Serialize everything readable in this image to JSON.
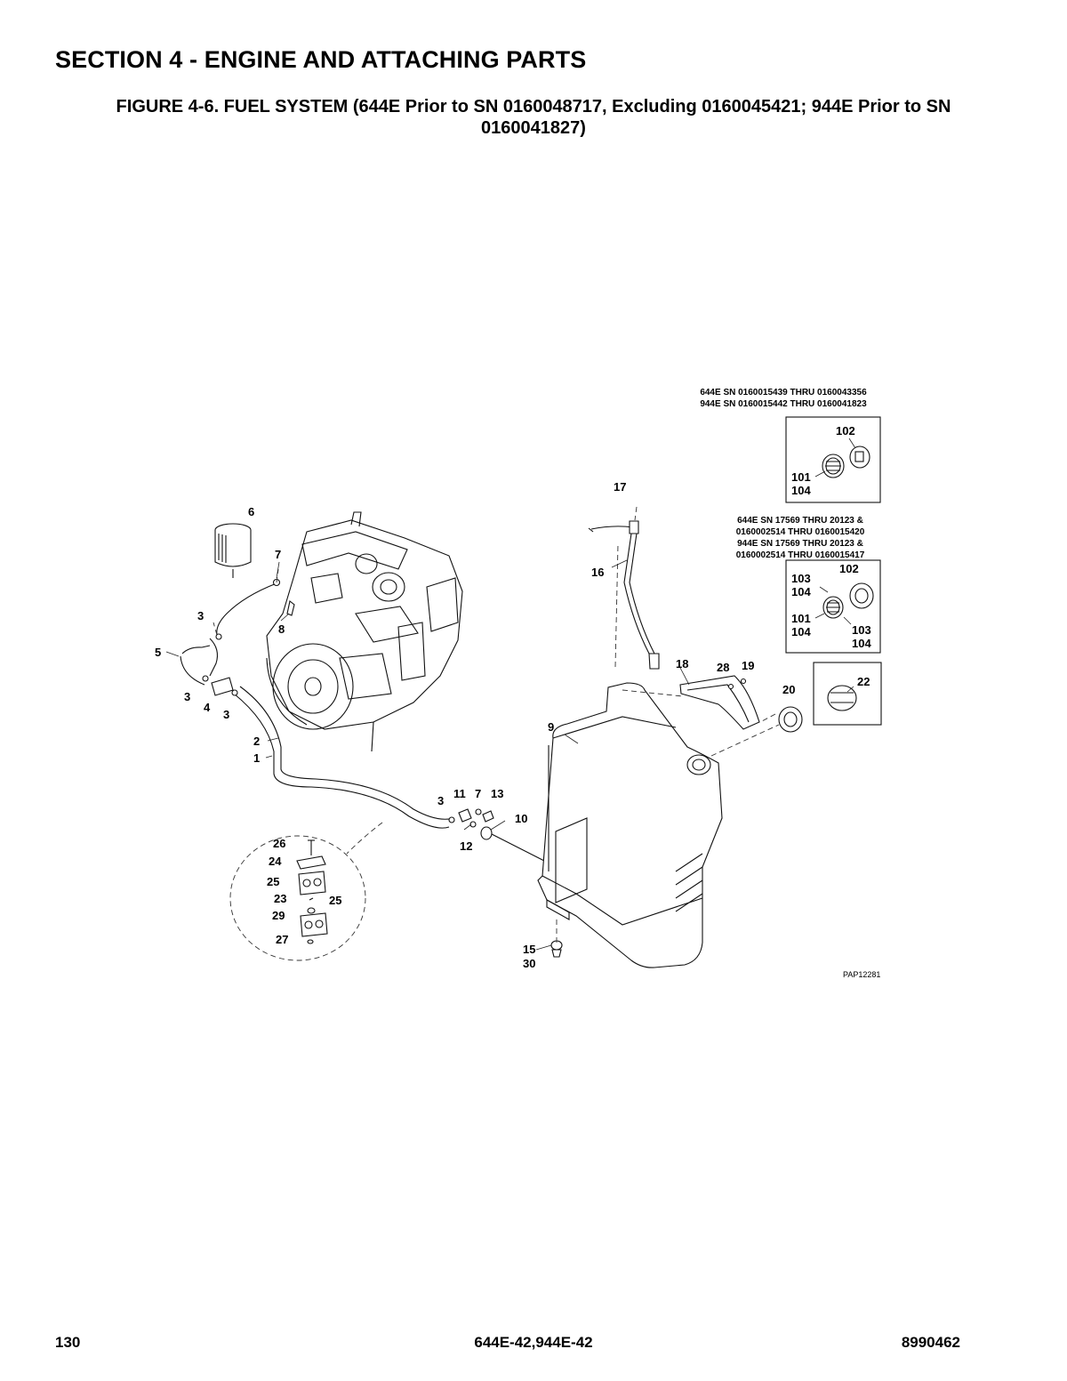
{
  "header": {
    "section_title": "SECTION 4 - ENGINE AND ATTACHING PARTS",
    "figure_title_line1": "FIGURE 4-6. FUEL SYSTEM (644E Prior to SN 0160048717, Excluding 0160045421; 944E Prior to SN",
    "figure_title_line2": "0160041827)"
  },
  "diagram": {
    "image_code": "PAP12281",
    "notes": {
      "note1_line1": "644E SN 0160015439 THRU 0160043356",
      "note1_line2": "944E SN 0160015442 THRU 0160041823",
      "note2_line1": "644E SN 17569 THRU 20123 &",
      "note2_line2": "0160002514 THRU 0160015420",
      "note2_line3": "944E SN 17569 THRU 20123 &",
      "note2_line4": "0160002514 THRU 0160015417"
    },
    "callouts": {
      "c1": "1",
      "c2": "2",
      "c3a": "3",
      "c3b": "3",
      "c3c": "3",
      "c3d": "3",
      "c4": "4",
      "c5": "5",
      "c6": "6",
      "c7a": "7",
      "c7b": "7",
      "c8": "8",
      "c9": "9",
      "c10": "10",
      "c11": "11",
      "c12": "12",
      "c13": "13",
      "c15": "15",
      "c30": "30",
      "c16": "16",
      "c17": "17",
      "c18": "18",
      "c19": "19",
      "c20": "20",
      "c22": "22",
      "c23": "23",
      "c24": "24",
      "c25a": "25",
      "c25b": "25",
      "c26": "26",
      "c27": "27",
      "c28": "28",
      "c29": "29",
      "b1_102": "102",
      "b1_101": "101",
      "b1_104": "104",
      "b2_102": "102",
      "b2_103a": "103",
      "b2_104a": "104",
      "b2_101": "101",
      "b2_104b": "104",
      "b2_103b": "103",
      "b2_104c": "104"
    }
  },
  "footer": {
    "page_number": "130",
    "model": "644E-42,944E-42",
    "doc_number": "8990462"
  }
}
